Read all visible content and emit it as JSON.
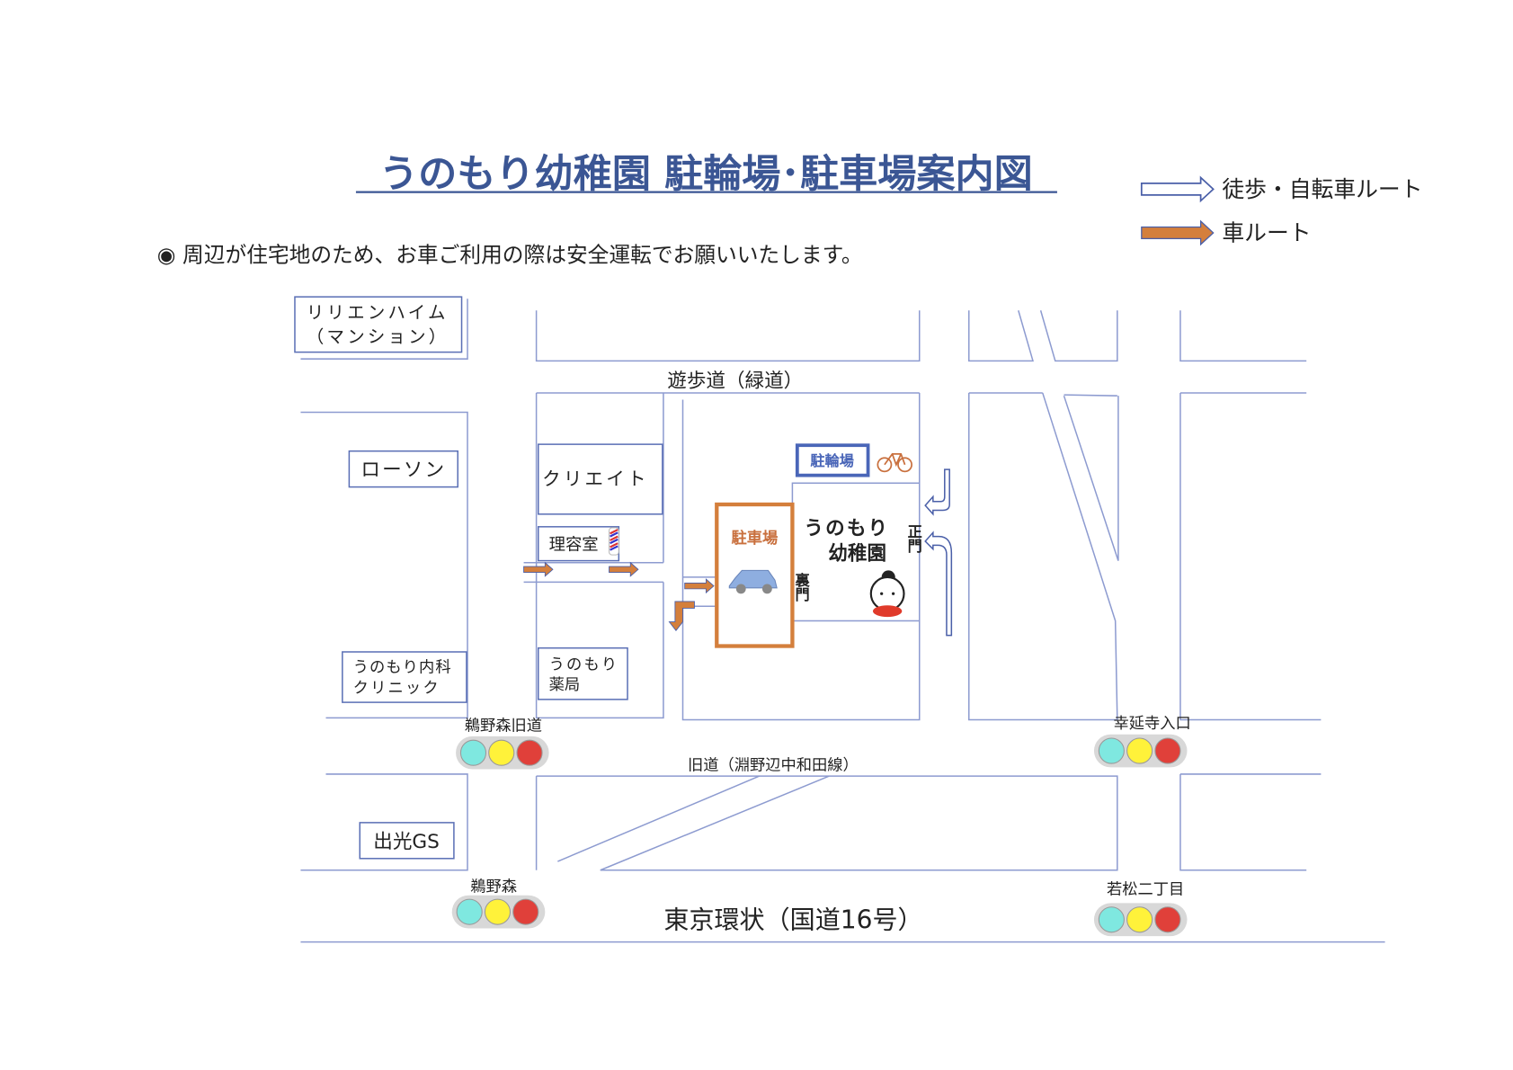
{
  "title": "うのもり幼稚園 駐輪場･駐車場案内図",
  "notice": "◉ 周辺が住宅地のため、お車ご利用の際は安全運転でお願いいたします。",
  "legend": {
    "walk_bike": "徒歩・自転車ルート",
    "car": "車ルート"
  },
  "places": {
    "mansion_line1": "リリエンハイム",
    "mansion_line2": "（マンション）",
    "lawson": "ローソン",
    "create": "クリエイト",
    "barber": "理容室",
    "clinic_line1": "うのもり内科",
    "clinic_line2": "クリニック",
    "pharmacy_line1": "うのもり",
    "pharmacy_line2": "薬局",
    "gs": "出光GS",
    "bike_parking": "駐輪場",
    "car_parking": "駐車場",
    "kindergarten_line1": "うのもり",
    "kindergarten_line2": "幼稚園",
    "main_gate": "正門",
    "back_gate": "裏門"
  },
  "roads": {
    "promenade": "遊歩道（緑道）",
    "old_road": "旧道（淵野辺中和田線）",
    "route16": "東京環状（国道16号）"
  },
  "signals": [
    {
      "name": "鵜野森旧道"
    },
    {
      "name": "幸延寺入口"
    },
    {
      "name": "鵜野森"
    },
    {
      "name": "若松二丁目"
    }
  ],
  "colors": {
    "title": "#3b5694",
    "road": "#8d9bd0",
    "car_route": "#d47f3c",
    "walk_route": "#4a5fa8",
    "signal_green": "#7fe8e0",
    "signal_yellow": "#fff23a",
    "signal_red": "#e0403a"
  }
}
